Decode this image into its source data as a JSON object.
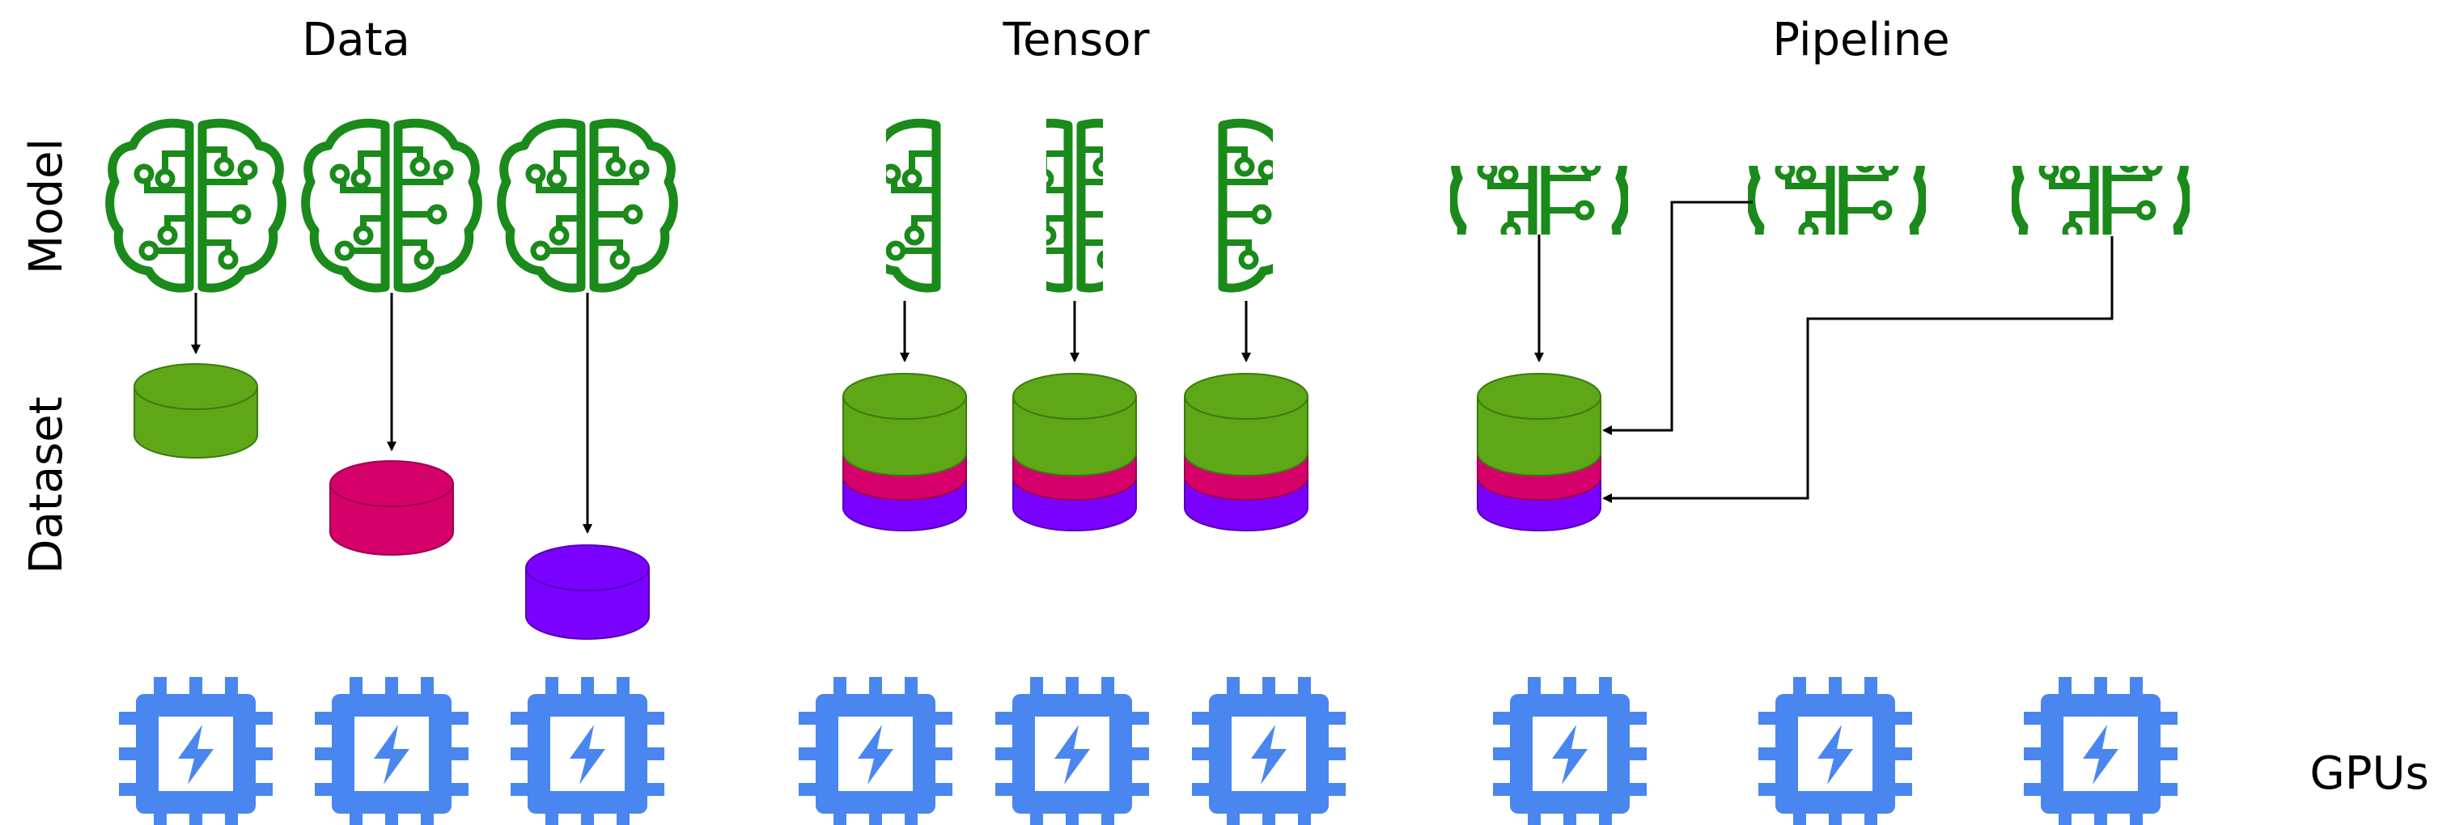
{
  "headings": {
    "data": "Data",
    "tensor": "Tensor",
    "pipeline": "Pipeline"
  },
  "row_labels": {
    "model": "Model",
    "dataset": "Dataset",
    "gpus": "GPUs"
  },
  "colors": {
    "brain": "#1a8a1a",
    "db_green": "#5ea818",
    "db_pink": "#d6006b",
    "db_purple": "#7a00ff",
    "gpu": "#4a86f0",
    "arrow": "#000000"
  },
  "icons": {
    "model": "brain-circuit-icon",
    "dataset": "database-icon",
    "gpu": "gpu-chip-icon"
  }
}
